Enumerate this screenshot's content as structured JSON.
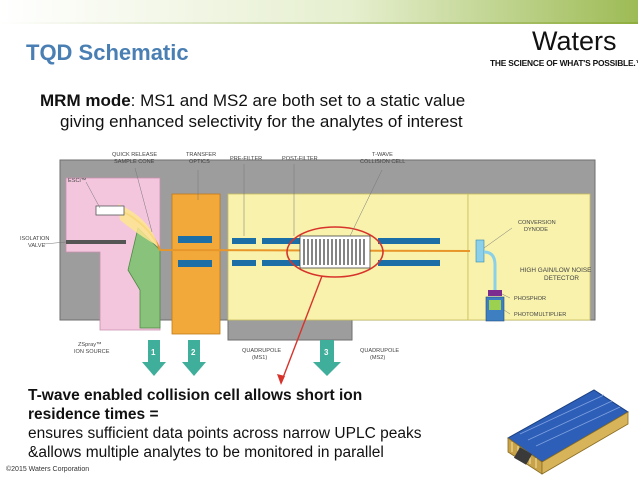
{
  "slide": {
    "title": "TQD Schematic",
    "copyright": "©2015 Waters Corporation"
  },
  "logo": {
    "name": "Waters",
    "tagline": "THE SCIENCE OF WHAT'S POSSIBLE.™"
  },
  "mrm": {
    "mode_label": "MRM mode",
    "line1_rest": ": MS1 and MS2 are both set to a static value",
    "line2": "giving enhanced selectivity for the analytes of interest"
  },
  "diagram": {
    "labels": {
      "esci": "ESCi™",
      "isolation_valve_1": "ISOLATION",
      "isolation_valve_2": "VALVE",
      "quick_release_1": "QUICK RELEASE",
      "quick_release_2": "SAMPLE CONE",
      "transfer_1": "TRANSFER",
      "transfer_2": "OPTICS",
      "prefilter": "PRE-FILTER",
      "postfilter": "POST-FILTER",
      "twave_1": "T-WAVE",
      "twave_2": "COLLISION CELL",
      "conversion_1": "CONVERSION",
      "conversion_2": "DYNODE",
      "detector_1": "HIGH GAIN/LOW NOISE",
      "detector_2": "DETECTOR",
      "phosphor": "PHOSPHOR",
      "photomultiplier": "PHOTOMULTIPLIER",
      "zspray_1": "ZSpray™",
      "zspray_2": "ION SOURCE",
      "quad1_1": "QUADRUPOLE",
      "quad1_2": "(MS1)",
      "quad2_1": "QUADRUPOLE",
      "quad2_2": "(MS2)"
    },
    "pump_numbers": [
      "1",
      "2",
      "3"
    ]
  },
  "caption": {
    "bold_line1": "T-wave enabled collision cell allows short ion",
    "bold_line2": "residence times =",
    "line3": "ensures sufficient data points across narrow UPLC peaks",
    "line4": "&allows multiple analytes to be monitored in parallel"
  },
  "colors": {
    "title_blue": "#4a7fb4",
    "source_pink": "#f4c6de",
    "optics_orange": "#f2a93a",
    "chamber_yellow": "#f8f2ac",
    "rod_blue": "#1b6fa6",
    "pump_teal": "#3fae9a",
    "highlight_red": "#d8332b",
    "ion_beam": "#e8962a"
  }
}
